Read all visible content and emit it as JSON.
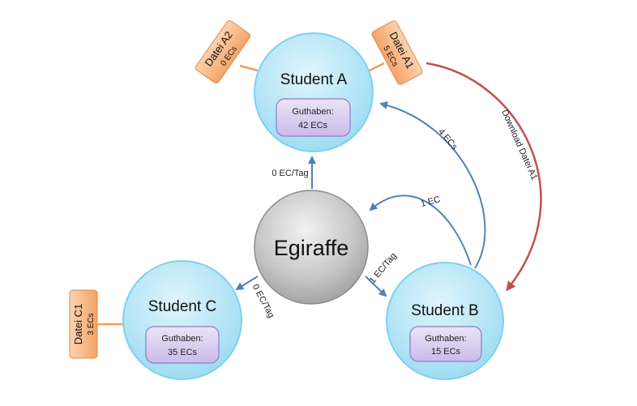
{
  "center": {
    "label": "Egiraffe"
  },
  "students": [
    {
      "id": "a",
      "name": "Student A",
      "balance_label": "Guthaben:",
      "balance_value": "42 ECs"
    },
    {
      "id": "b",
      "name": "Student B",
      "balance_label": "Guthaben:",
      "balance_value": "15 ECs"
    },
    {
      "id": "c",
      "name": "Student C",
      "balance_label": "Guthaben:",
      "balance_value": "35 ECs"
    }
  ],
  "files": [
    {
      "id": "a2",
      "name": "Datei A2",
      "value": "0 ECs"
    },
    {
      "id": "a1",
      "name": "Datei A1",
      "value": "5 ECs"
    },
    {
      "id": "c1",
      "name": "Datei C1",
      "value": "3 ECs"
    }
  ],
  "edges": {
    "to_a_rate": "0 EC/Tag",
    "to_b_rate": "1 EC/Tag",
    "to_c_rate": "0 EC/Tag",
    "b_to_egiraffe": "1 EC",
    "b_to_a": "4 ECs",
    "download": "Download Datei A1"
  },
  "colors": {
    "student_fill": "#b7e6f7",
    "student_stroke": "#7fd0ee",
    "balance_fill": "#d9cff0",
    "file_fill": "#f8b483",
    "blue_arrow": "#4f81bd",
    "red_arrow": "#c0504d"
  }
}
